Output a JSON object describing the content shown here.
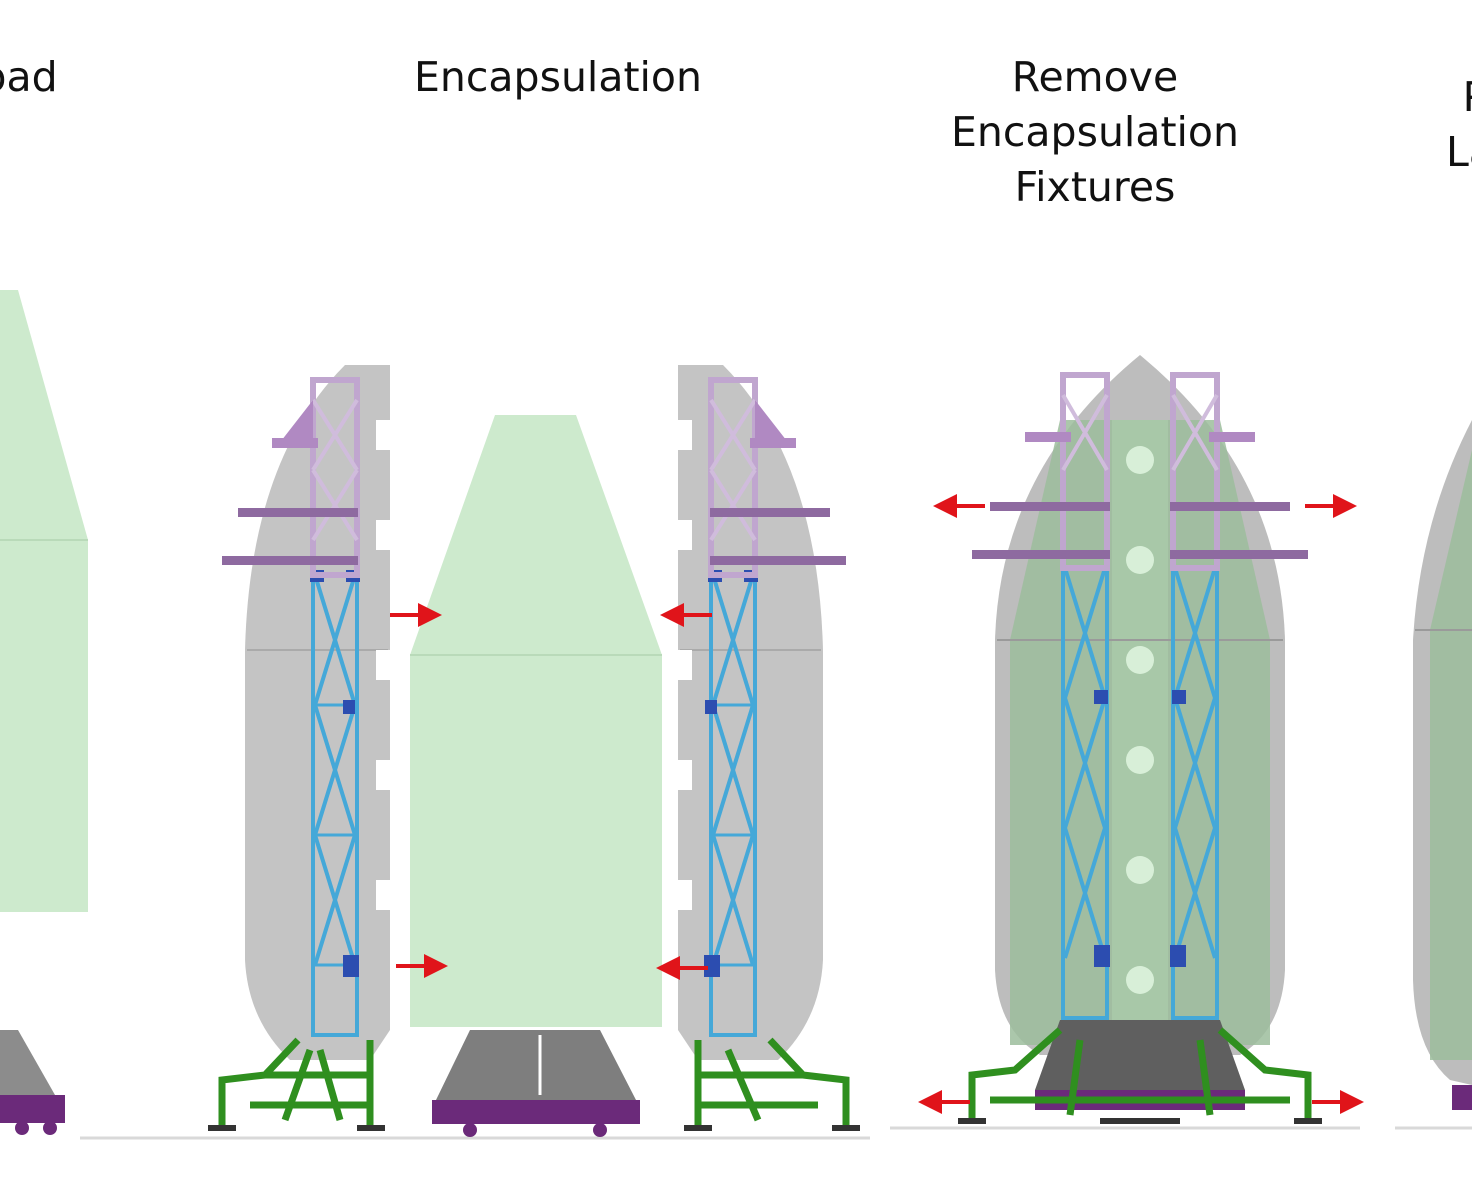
{
  "labels": {
    "payload": "load",
    "encapsulation": "Encapsulation",
    "remove_line1": "Remove",
    "remove_line2": "Encapsulation",
    "remove_line3": "Fixtures",
    "prep_line1": "Pr",
    "prep_line2": "Lau"
  },
  "colors": {
    "payload_green": "#cdeacd",
    "fairing_gray": "#bdbdbd",
    "fixture_blue": "#45a8d8",
    "fixture_purple": "#b089c2",
    "stand_green": "#2f8f1f",
    "adapter_purple": "#6b2a7a",
    "arrow_red": "#e0141a"
  }
}
